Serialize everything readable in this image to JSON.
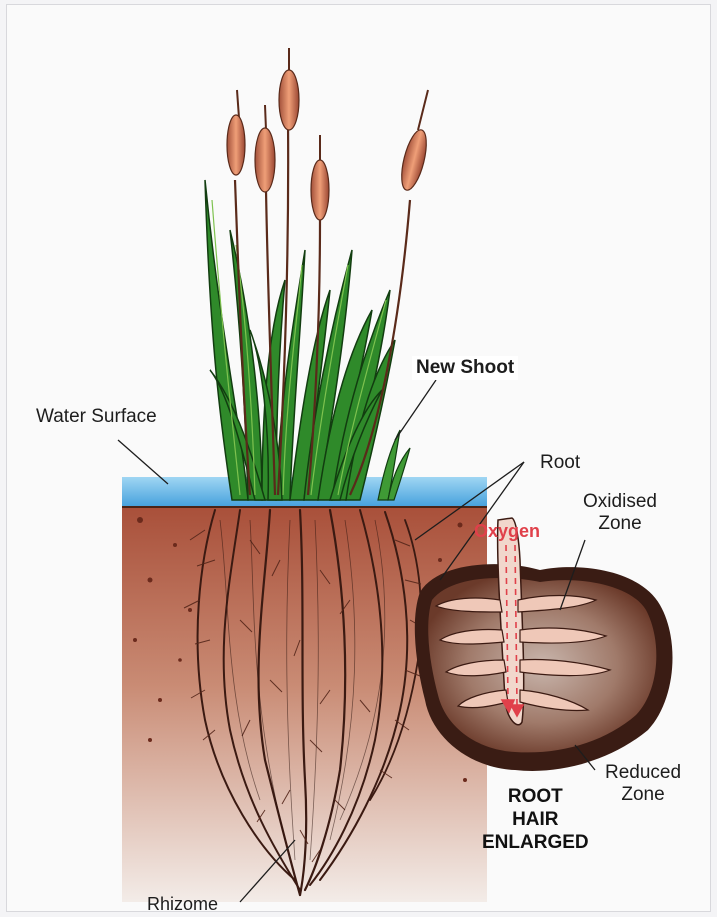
{
  "labels": {
    "new_shoot": "New Shoot",
    "water_surface": "Water Surface",
    "root": "Root",
    "oxidised_zone": [
      "Oxidised",
      "Zone"
    ],
    "oxygen": "Oxygen",
    "reduced_zone": [
      "Reduced",
      "Zone"
    ],
    "enlarged": [
      "ROOT",
      "HAIR",
      "ENLARGED"
    ],
    "rhizome": "Rhizome"
  },
  "colors": {
    "water": "#5ab4e6",
    "soil": "#b8674c",
    "leaf": "#2f8a2a",
    "catkin": "#d9825c",
    "roots": "#3b1a12",
    "oxygen_text": "#e0404a",
    "oxidised_zone": "#d9a99a",
    "reduced_zone": "#3a1c14"
  }
}
